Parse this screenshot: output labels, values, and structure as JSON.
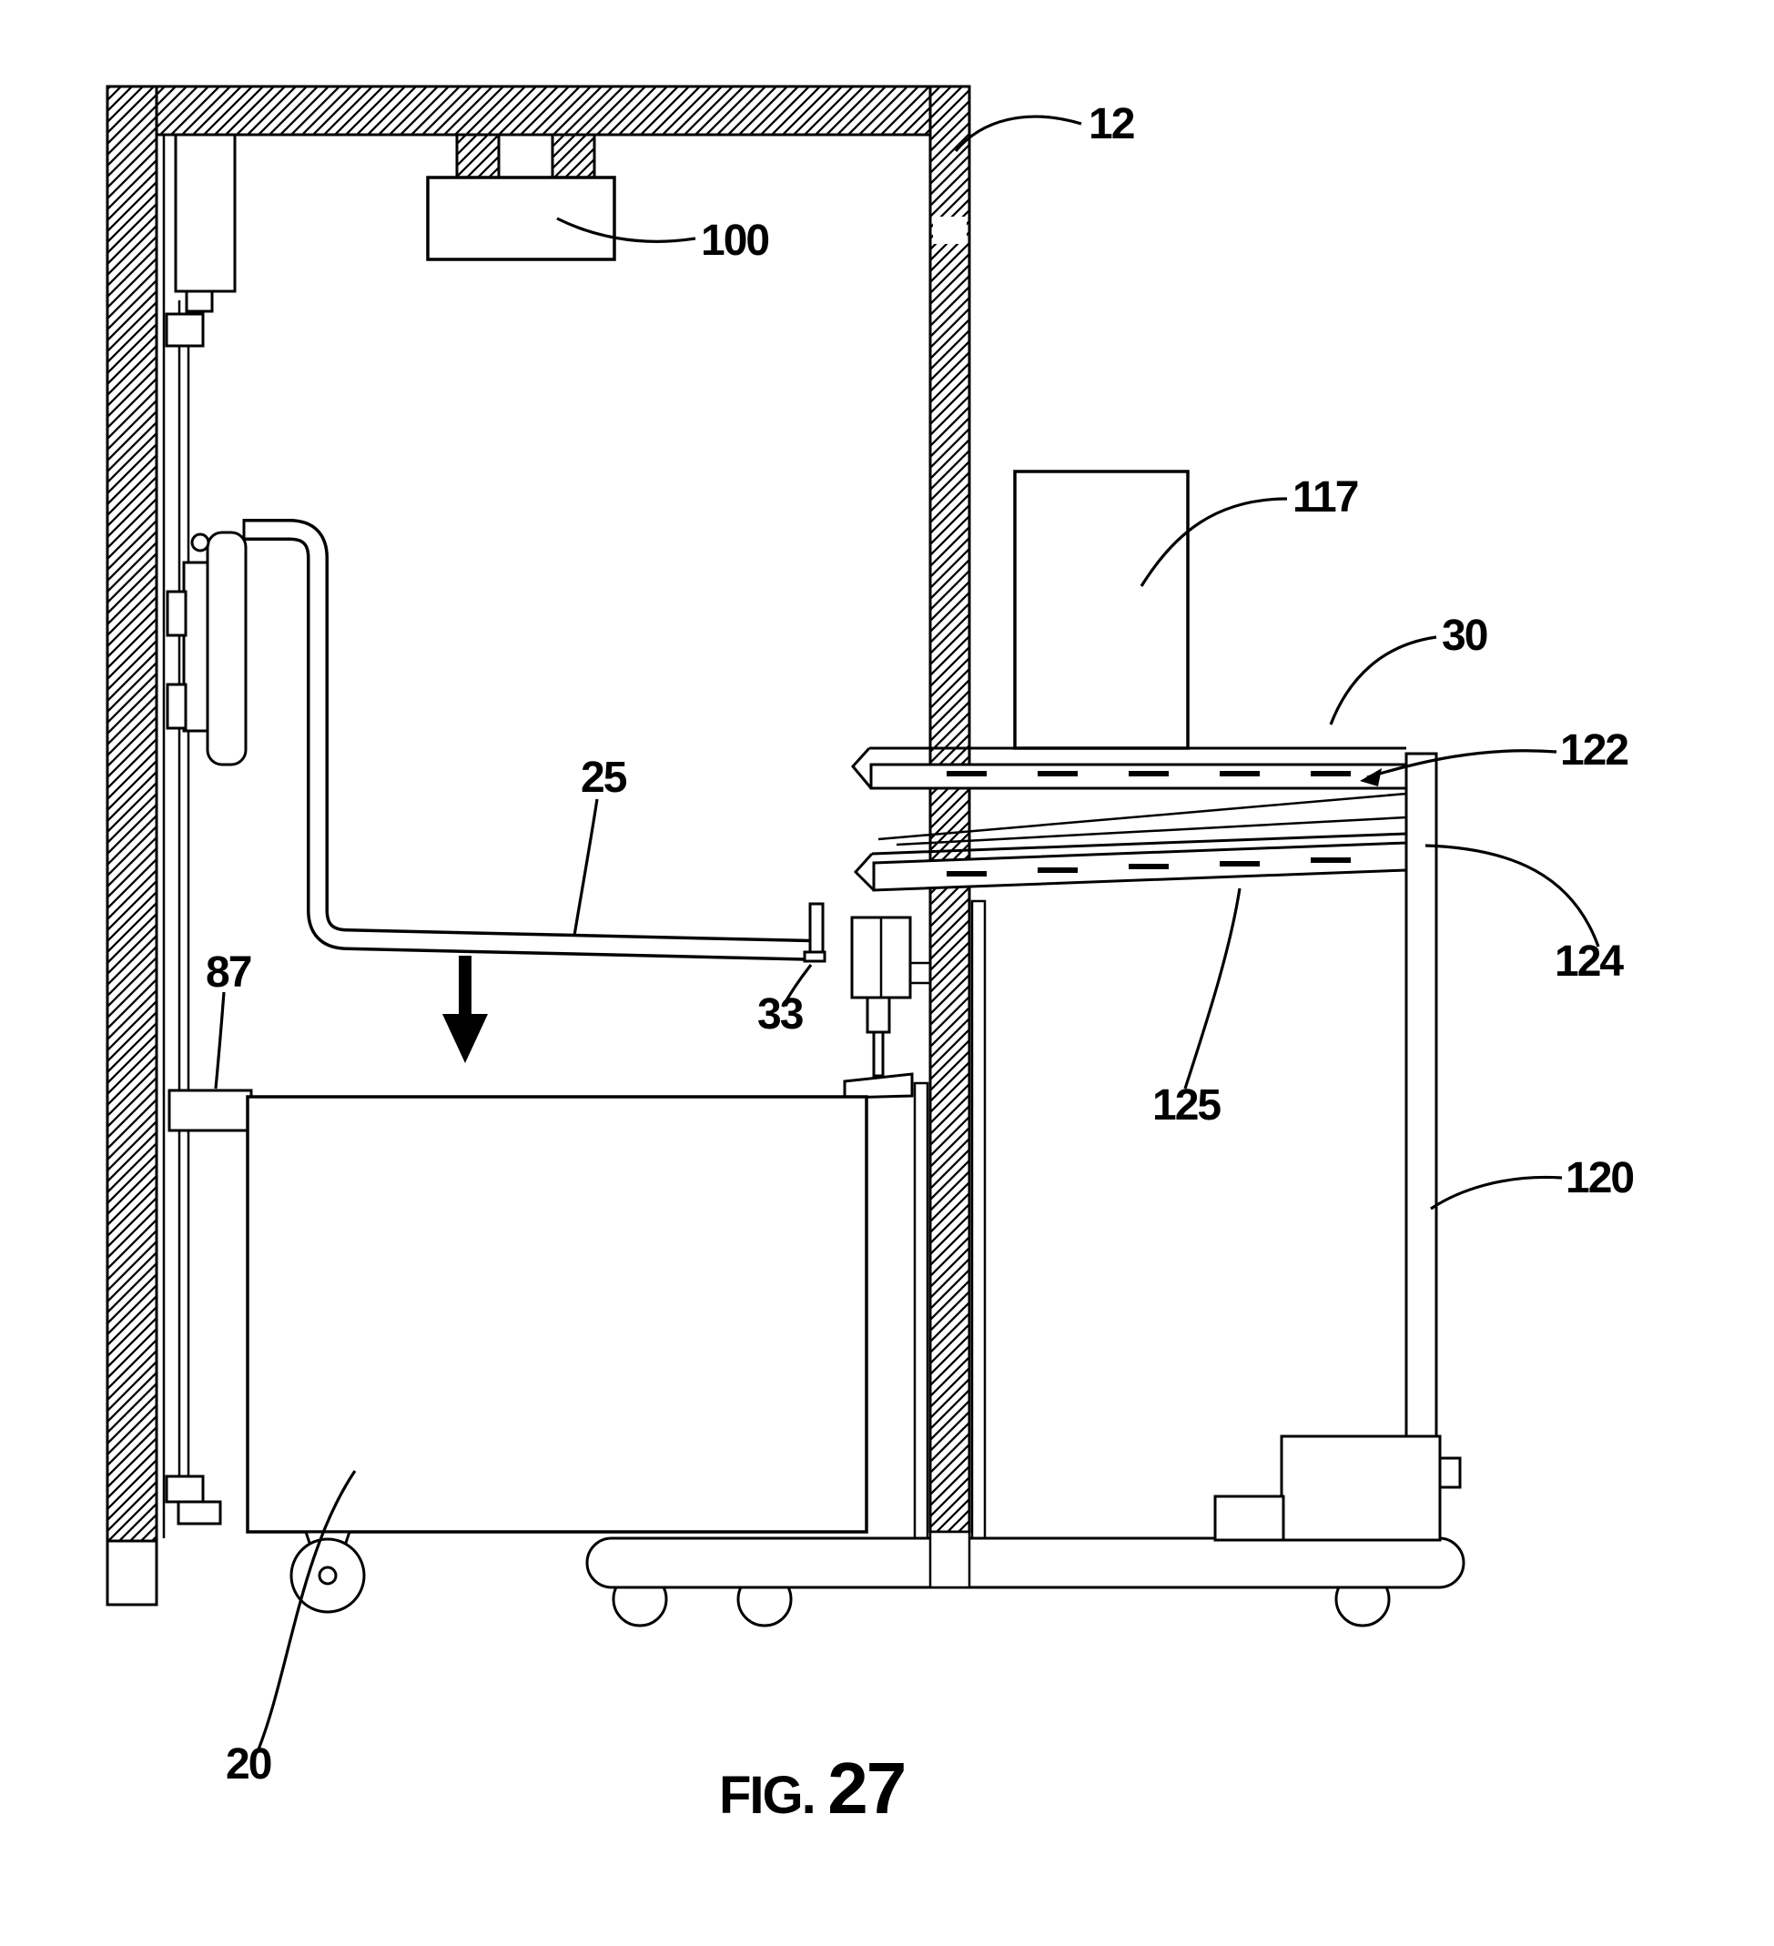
{
  "figure": {
    "caption_prefix": "FIG.",
    "caption_number": "27"
  },
  "colors": {
    "ink": "#000000",
    "paper": "#ffffff"
  },
  "labels": [
    {
      "text": "12"
    },
    {
      "text": "100"
    },
    {
      "text": "117"
    },
    {
      "text": "30"
    },
    {
      "text": "122"
    },
    {
      "text": "124"
    },
    {
      "text": "125"
    },
    {
      "text": "120"
    },
    {
      "text": "25"
    },
    {
      "text": "33"
    },
    {
      "text": "87"
    },
    {
      "text": "20"
    }
  ]
}
